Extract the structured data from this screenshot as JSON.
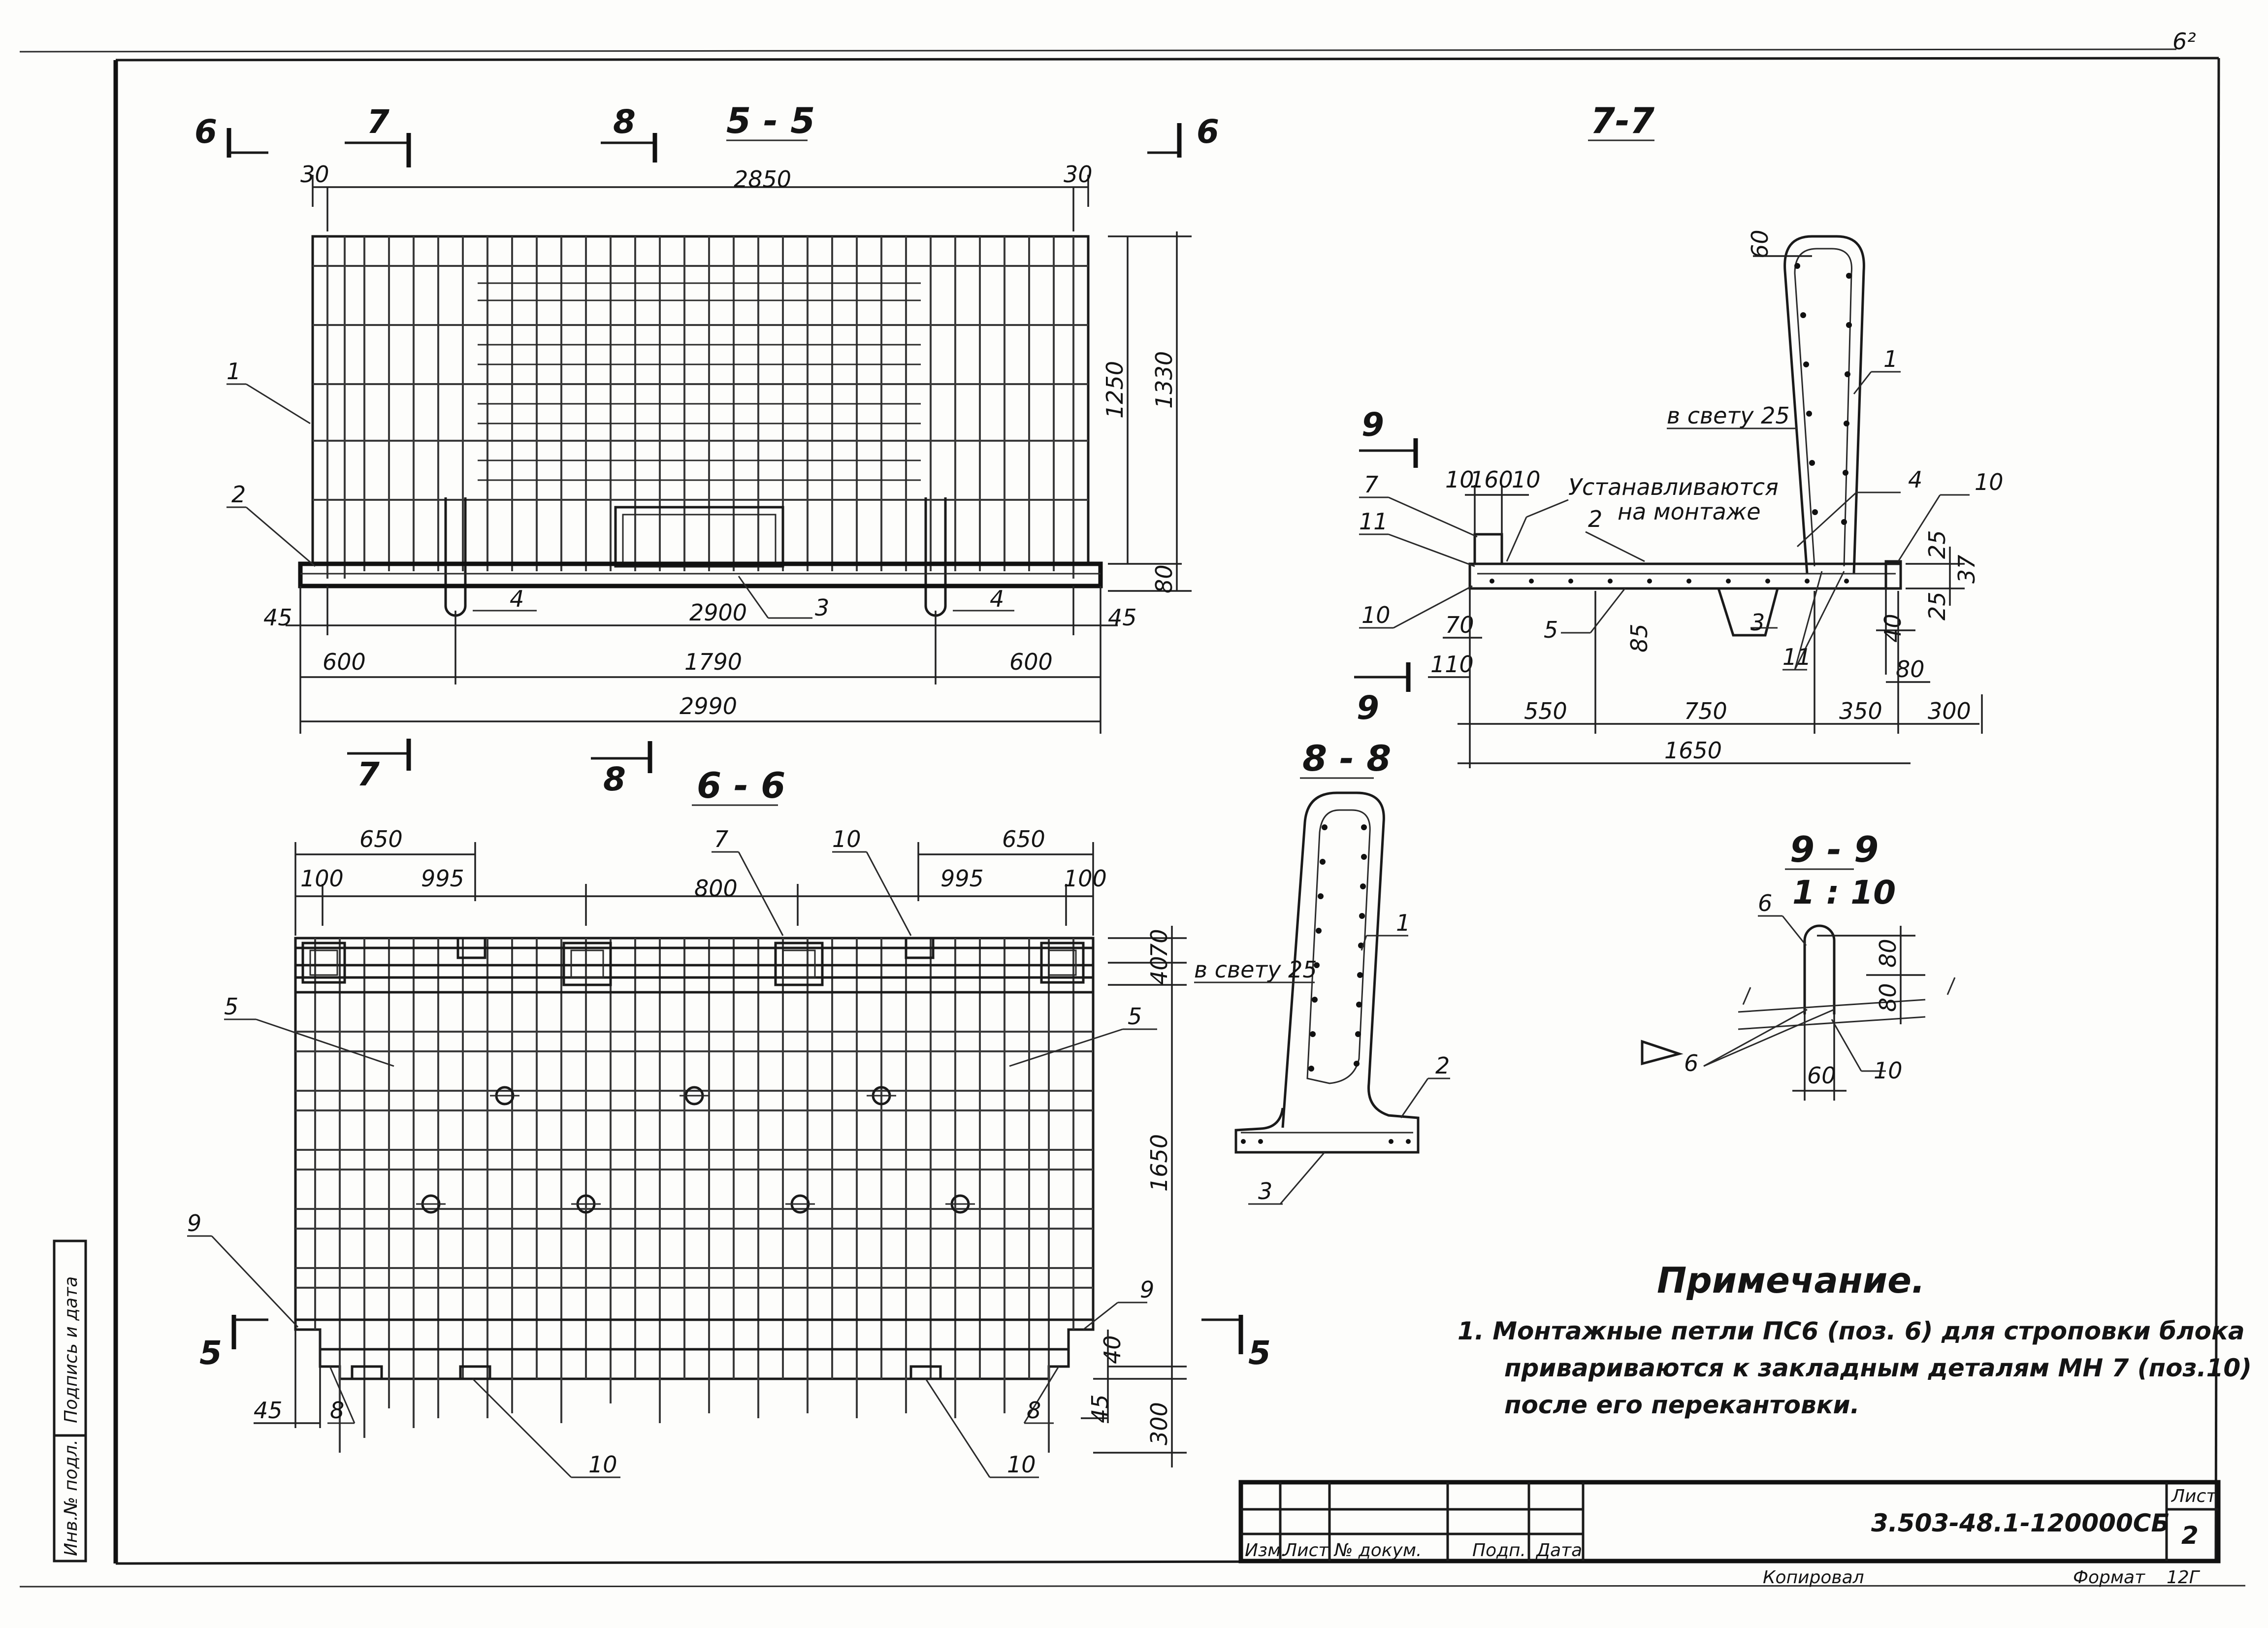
{
  "sheet_number": "6²",
  "sections": {
    "s55": {
      "title": "5 - 5",
      "marks": {
        "m6a": "6",
        "m7": "7",
        "m8": "8",
        "m6b": "6",
        "m7b": "7",
        "m8b": "8"
      },
      "dims": {
        "d30a": "30",
        "d2850": "2850",
        "d30b": "30",
        "d1250": "1250",
        "d1330": "1330",
        "d80": "80",
        "d45a": "45",
        "d2900": "2900",
        "d45b": "45",
        "d600a": "600",
        "d1790": "1790",
        "d600b": "600",
        "d2990": "2990"
      },
      "callouts": {
        "c1": "1",
        "c2": "2",
        "c3": "3",
        "c4a": "4",
        "c4b": "4"
      }
    },
    "s66": {
      "title": "6 - 6",
      "marks": {
        "m5a": "5",
        "m5b": "5"
      },
      "dims": {
        "d650a": "650",
        "d650b": "650",
        "d100a": "100",
        "d995a": "995",
        "d800": "800",
        "d995b": "995",
        "d100b": "100",
        "d70": "70",
        "d40a": "40",
        "d1650": "1650",
        "d40b": "40",
        "d45a": "45",
        "d45b": "45",
        "d300": "300"
      },
      "callouts": {
        "c5a": "5",
        "c5b": "5",
        "c7": "7",
        "c10a": "10",
        "c9a": "9",
        "c9b": "9",
        "c8a": "8",
        "c8b": "8",
        "c10b": "10",
        "c10c": "10"
      }
    },
    "s77": {
      "title": "7-7",
      "marks": {
        "m9a": "9",
        "m9b": "9"
      },
      "dims": {
        "d60": "60",
        "d10a": "10",
        "d160": "160",
        "d10b": "10",
        "d70": "70",
        "d110": "110",
        "d85": "85",
        "d25a": "25",
        "d25b": "25",
        "d37": "37",
        "d40": "40",
        "d80": "80",
        "d550": "550",
        "d750": "750",
        "d350": "350",
        "d300": "300",
        "d1650": "1650"
      },
      "text": {
        "clear": "в свету 25",
        "install1": "Устанавливаются",
        "install2": "на монтаже"
      },
      "callouts": {
        "c1": "1",
        "c7": "7",
        "c11a": "11",
        "c2": "2",
        "c4": "4",
        "c10a": "10",
        "c10b": "10",
        "c5": "5",
        "c3": "3",
        "c11b": "11"
      }
    },
    "s88": {
      "title": "8 - 8",
      "text": {
        "clear": "в свету 25"
      },
      "callouts": {
        "c1": "1",
        "c2": "2",
        "c3": "3"
      }
    },
    "s99": {
      "title": "9 - 9",
      "scale": "1 : 10",
      "dims": {
        "d80a": "80",
        "d80b": "80",
        "d60": "60"
      },
      "callouts": {
        "c6a": "6",
        "c6b": "6",
        "c10": "10"
      }
    }
  },
  "note": {
    "heading": "Примечание.",
    "line1": "1.  Монтажные петли ПС6 (поз. 6) для строповки блока",
    "line2": "привариваются к закладным деталям МН 7  (поз.10)",
    "line3": "после его перекантовки."
  },
  "side_stamp": {
    "sign": "Подпись и дата",
    "inv": "Инв.№ подл."
  },
  "title_block": {
    "code": "3.503-48.1-120000СБ",
    "sheet_label": "Лист",
    "sheet_num": "2",
    "col_izm": "Изм.",
    "col_list": "Лист",
    "col_doc": "№ докум.",
    "col_sign": "Подп.",
    "col_date": "Дата",
    "copied": "Копировал",
    "format_label": "Формат",
    "format_value": "12Г"
  }
}
